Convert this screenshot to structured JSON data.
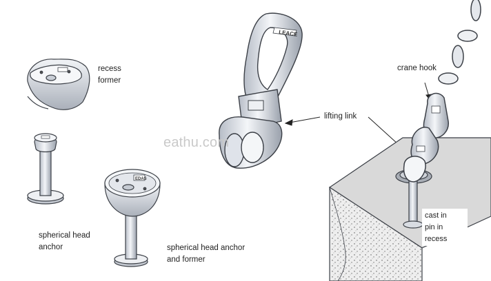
{
  "labels": {
    "recess_former": "recess\nformer",
    "spherical_head_anchor": "spherical head\nanchor",
    "spherical_head_anchor_and_former": "spherical head anchor\nand former",
    "lifting_link": "lifting link",
    "crane_hook": "crane hook",
    "cast_in_pin": "cast in\npin in\nrecess"
  },
  "watermark": "eathu.com",
  "stamps": {
    "link_top": "LEACE",
    "former_top": "EDAS"
  },
  "colors": {
    "steel": "#dfe3ea",
    "steel_dark": "#7d8591",
    "outline": "#3b3f46",
    "concrete_top": "#d7d7d7",
    "concrete_front": "#ebebeb"
  }
}
